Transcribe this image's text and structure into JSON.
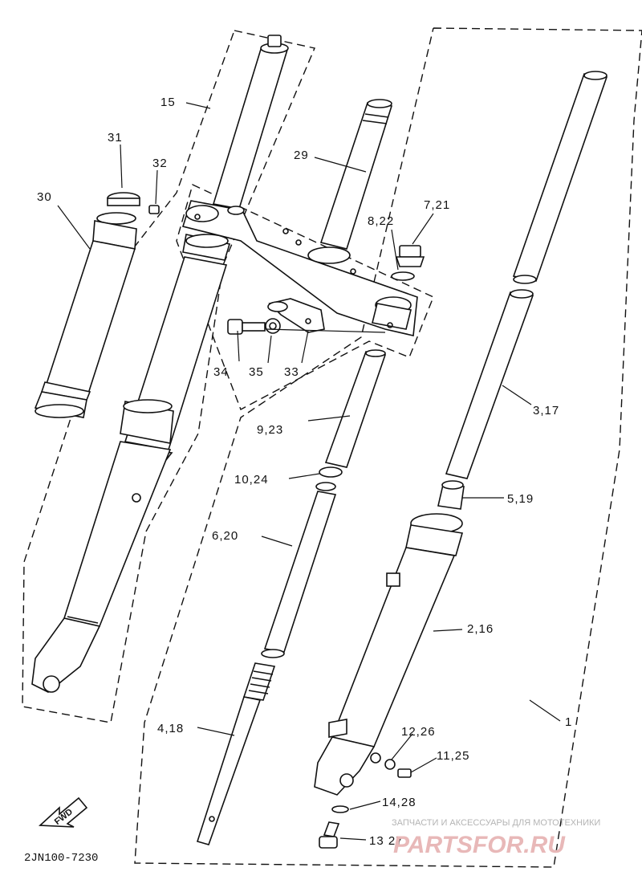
{
  "diagram": {
    "code": "2JN100-7230",
    "fwd_label": "FWD",
    "labels": {
      "p1": "1",
      "p2_16": "2,16",
      "p3_17": "3,17",
      "p4_18": "4,18",
      "p5_19": "5,19",
      "p6_20": "6,20",
      "p7_21": "7,21",
      "p8_22": "8,22",
      "p9_23": "9,23",
      "p10_24": "10,24",
      "p11_25": "11,25",
      "p12_26": "12,26",
      "p13_27": "13 27",
      "p14_28": "14,28",
      "p15": "15",
      "p29": "29",
      "p30": "30",
      "p31": "31",
      "p32": "32",
      "p33": "33",
      "p34": "34",
      "p35": "35"
    }
  },
  "watermark": {
    "line1": "ЗАПЧАСТИ И АКСЕССУАРЫ ДЛЯ МОТОТЕХНИКИ",
    "line2": "PARTSFOR.RU"
  }
}
